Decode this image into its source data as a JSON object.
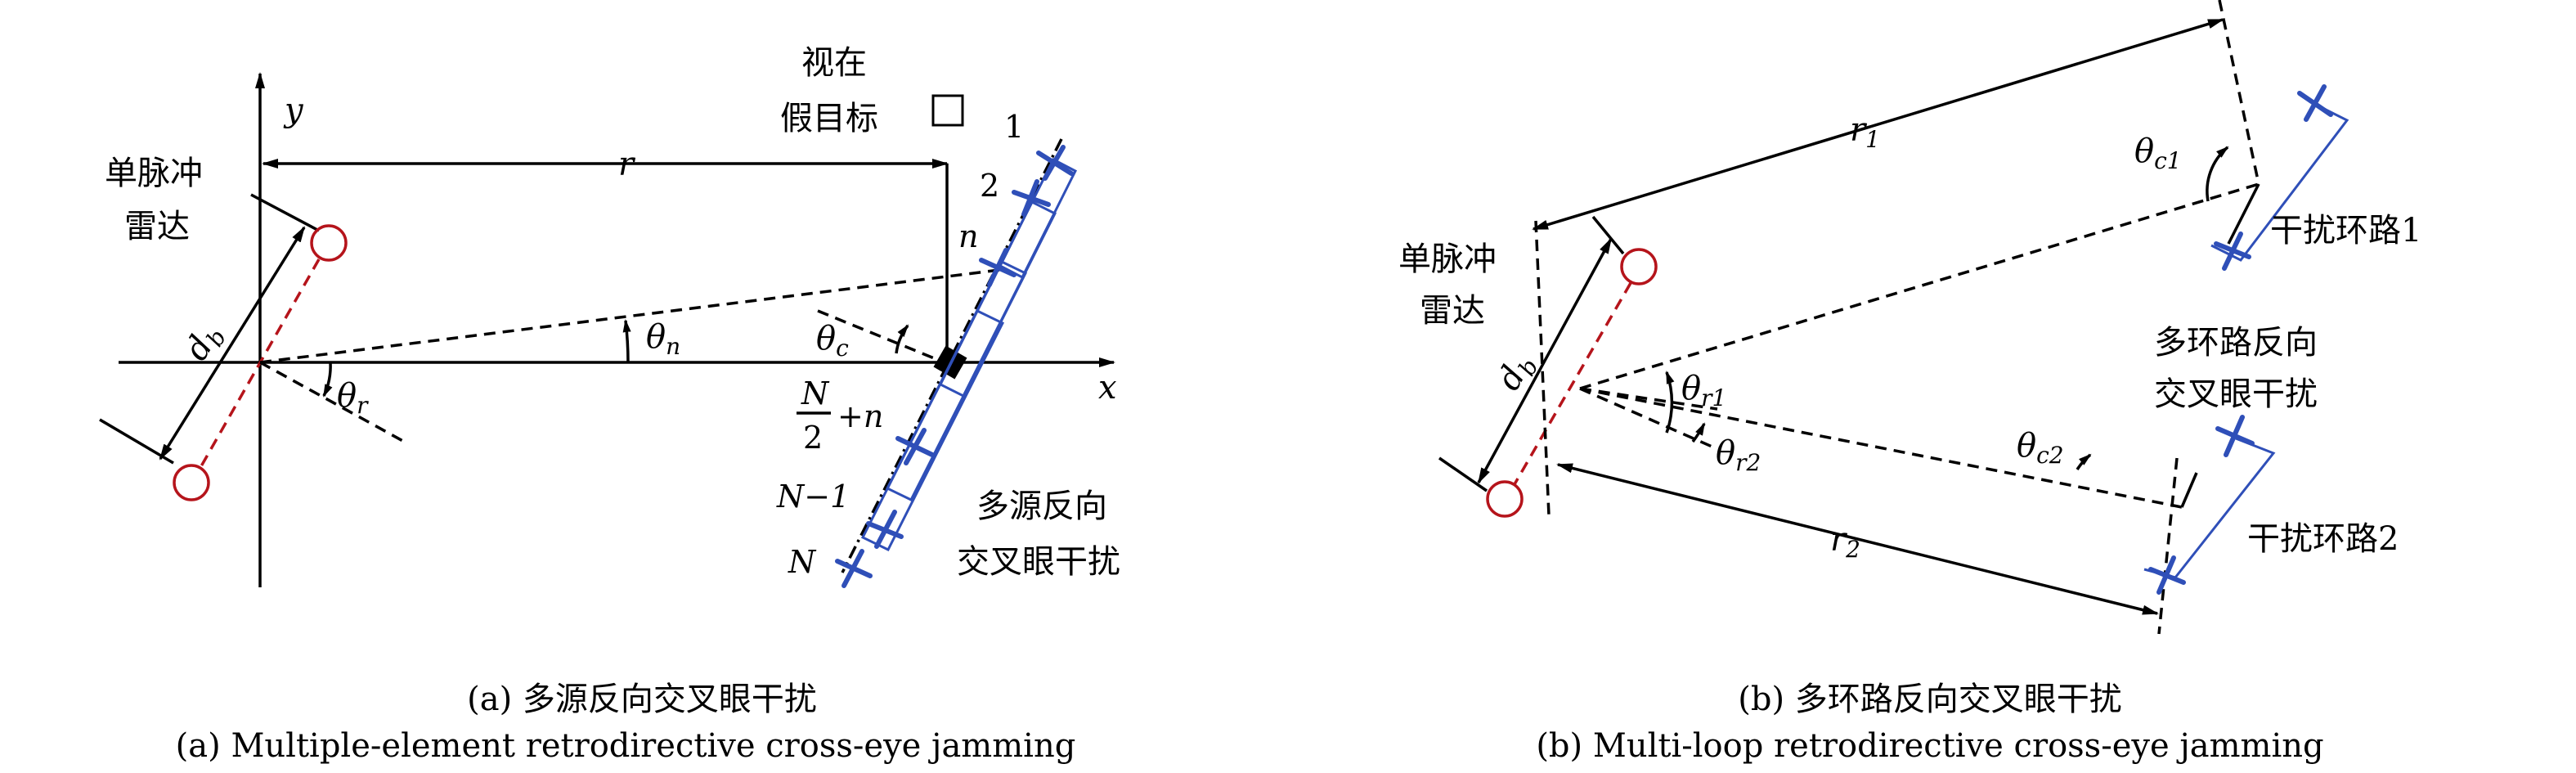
{
  "colors": {
    "radar": "#b5141b",
    "jammer": "#2f4fb8",
    "line": "#000000"
  },
  "panel_a": {
    "axis_x": "x",
    "axis_y": "y",
    "radar": "单脉冲雷达",
    "radar_line1": "单脉冲",
    "radar_line2": "雷达",
    "range": "r",
    "apparent_target_line1": "视在",
    "apparent_target_line2": "假目标",
    "baseline": "d",
    "baseline_sub": "b",
    "theta": "θ",
    "theta_n_sub": "n",
    "theta_c_sub": "c",
    "theta_r_sub": "r",
    "element_1": "1",
    "element_2": "2",
    "element_n": "n",
    "element_half_N": "N",
    "element_half_den": "2",
    "element_half_plus": "+n",
    "element_N_minus_1": "N−1",
    "element_N": "N",
    "jamming_line1": "多源反向",
    "jamming_line2": "交叉眼干扰",
    "caption_cn": "(a) 多源反向交叉眼干扰",
    "caption_en": "(a) Multiple-element retrodirective cross-eye jamming"
  },
  "panel_b": {
    "radar_line1": "单脉冲",
    "radar_line2": "雷达",
    "baseline": "d",
    "baseline_sub": "b",
    "r1": "r",
    "r1_sub": "1",
    "r2": "r",
    "r2_sub": "2",
    "theta": "θ",
    "theta_c1_sub": "c1",
    "theta_c2_sub": "c2",
    "theta_r1_sub": "r1",
    "theta_r2_sub": "r2",
    "loop1": "干扰环路1",
    "loop2": "干扰环路2",
    "jamming_line1": "多环路反向",
    "jamming_line2": "交叉眼干扰",
    "caption_cn": "(b) 多环路反向交叉眼干扰",
    "caption_en": "(b) Multi-loop retrodirective cross-eye jamming"
  }
}
